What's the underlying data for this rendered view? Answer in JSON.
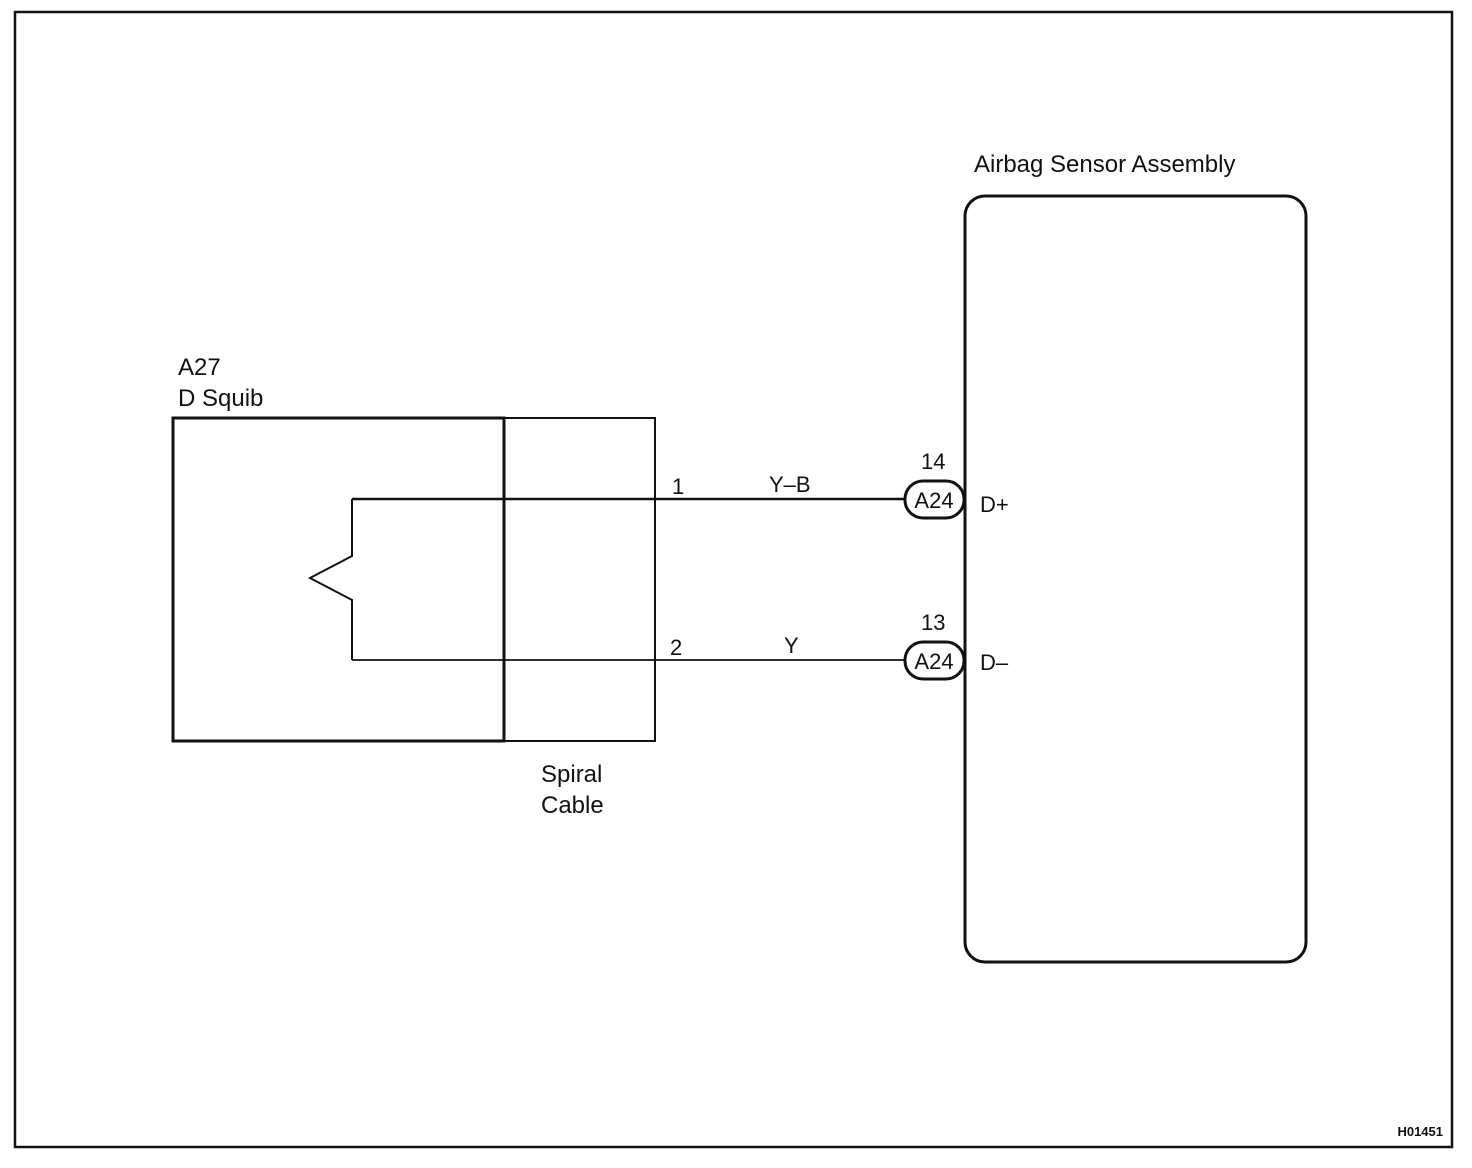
{
  "squib": {
    "code": "A27",
    "name": "D Squib"
  },
  "spiral_cable": {
    "line1": "Spiral",
    "line2": "Cable"
  },
  "sensor": {
    "title": "Airbag Sensor Assembly"
  },
  "wires": [
    {
      "squib_pin": "1",
      "color": "Y–B",
      "ecu_pin": "14",
      "connector": "A24",
      "terminal": "D+"
    },
    {
      "squib_pin": "2",
      "color": "Y",
      "ecu_pin": "13",
      "connector": "A24",
      "terminal": "D–"
    }
  ],
  "figure_code": "H01451"
}
